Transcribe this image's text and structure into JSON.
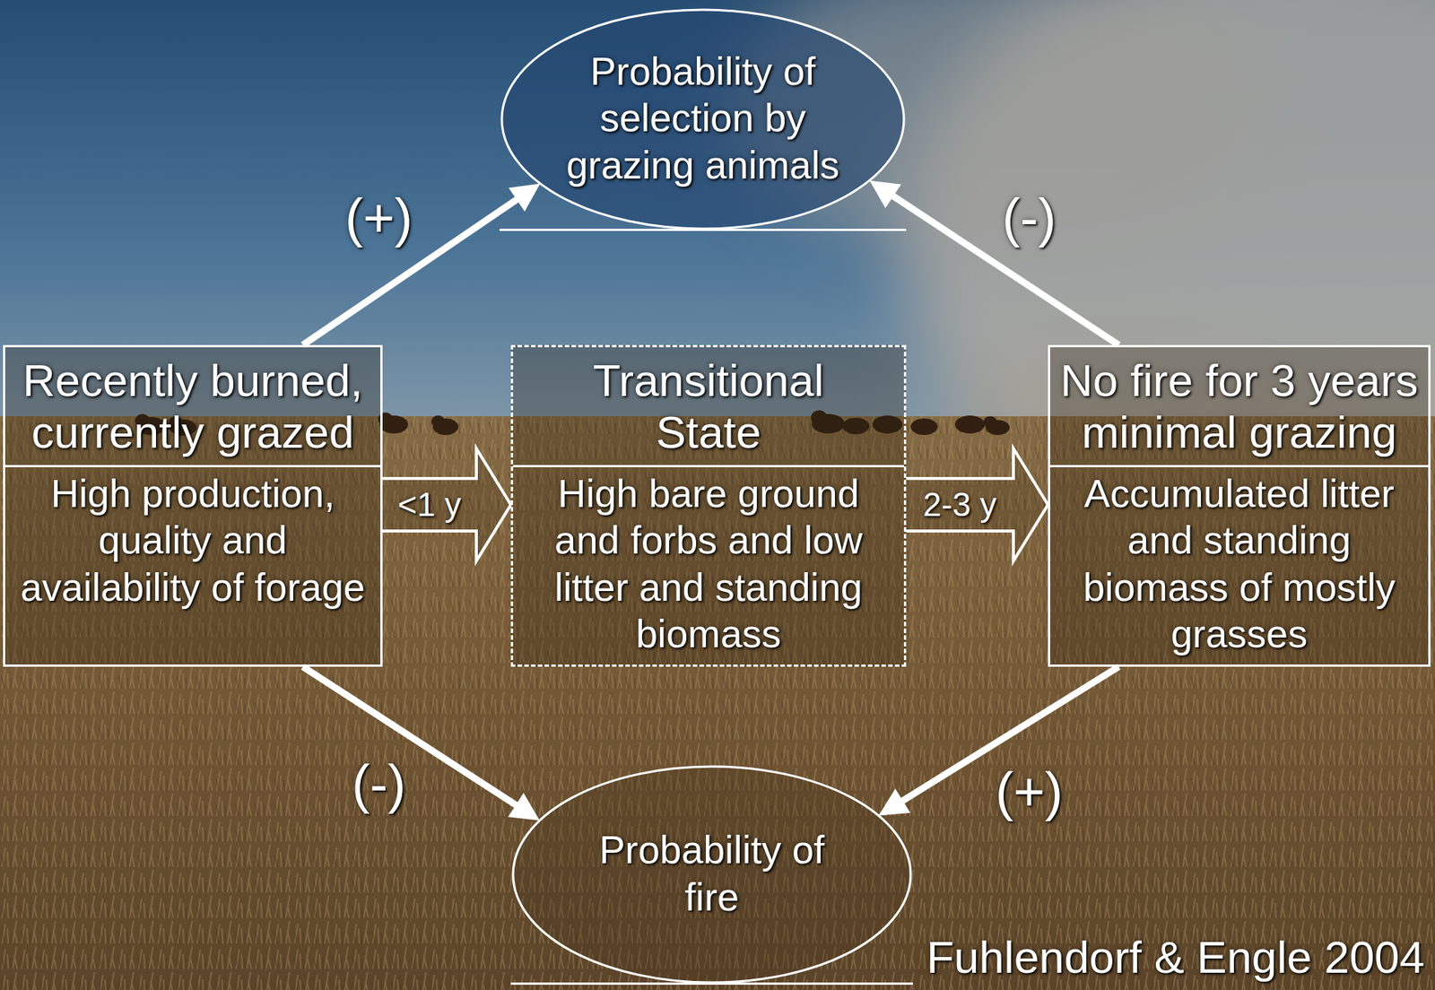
{
  "diagram": {
    "nodes": [
      {
        "text": [
          "Probability of selection by grazing animals"
        ]
      },
      {
        "text": [
          "Recently burned, currently grazed",
          "High production, quality and availability of forage"
        ]
      },
      {
        "text": [
          "Transitional State",
          "High bare ground and forbs and low litter and standing biomass"
        ]
      },
      {
        "text": [
          "No fire for 3 years minimal grazing",
          "Accumulated litter and standing biomass of mostly grasses"
        ]
      },
      {
        "text": [
          "Probability of fire"
        ]
      }
    ],
    "edges": [
      {
        "from": 1,
        "to": 0,
        "arrow": "to",
        "label": "(+)"
      },
      {
        "from": 3,
        "to": 0,
        "arrow": "to",
        "label": "(-)"
      },
      {
        "from": 1,
        "to": 2,
        "arrow": "to",
        "label": "<1 y"
      },
      {
        "from": 2,
        "to": 3,
        "arrow": "to",
        "label": "2-3 y"
      },
      {
        "from": 1,
        "to": 4,
        "arrow": "to",
        "label": "(-)"
      },
      {
        "from": 3,
        "to": 4,
        "arrow": "to",
        "label": "(+)"
      }
    ],
    "labels": [
      "Fuhlendorf & Engle 2004"
    ]
  }
}
